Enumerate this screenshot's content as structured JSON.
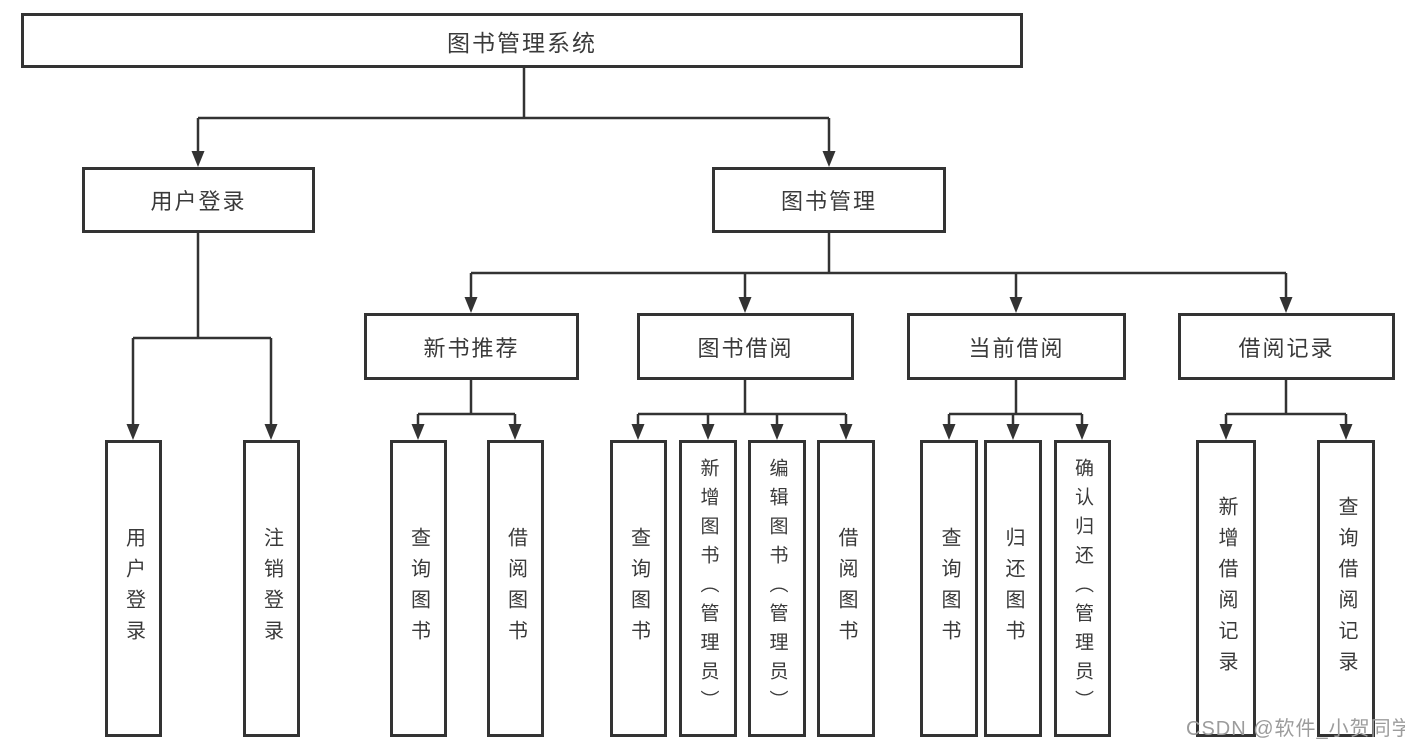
{
  "diagram": {
    "type": "tree",
    "tree": {
      "label": "图书管理系统",
      "children": [
        {
          "label": "用户登录",
          "children": [
            {
              "label": "用户登录"
            },
            {
              "label": "注销登录"
            }
          ]
        },
        {
          "label": "图书管理",
          "children": [
            {
              "label": "新书推荐",
              "children": [
                {
                  "label": "查询图书"
                },
                {
                  "label": "借阅图书"
                }
              ]
            },
            {
              "label": "图书借阅",
              "children": [
                {
                  "label": "查询图书"
                },
                {
                  "label": "新增图书（管理员）"
                },
                {
                  "label": "编辑图书（管理员）"
                },
                {
                  "label": "借阅图书"
                }
              ]
            },
            {
              "label": "当前借阅",
              "children": [
                {
                  "label": "查询图书"
                },
                {
                  "label": "归还图书"
                },
                {
                  "label": "确认归还（管理员）"
                }
              ]
            },
            {
              "label": "借阅记录",
              "children": [
                {
                  "label": "新增借阅记录"
                },
                {
                  "label": "查询借阅记录"
                }
              ]
            }
          ]
        }
      ]
    }
  },
  "watermark": "CSDN @软件_小贺同学",
  "colors": {
    "line": "#333333",
    "text": "#3a3a3a",
    "watermark": "#9c9c9c",
    "background": "#ffffff"
  }
}
